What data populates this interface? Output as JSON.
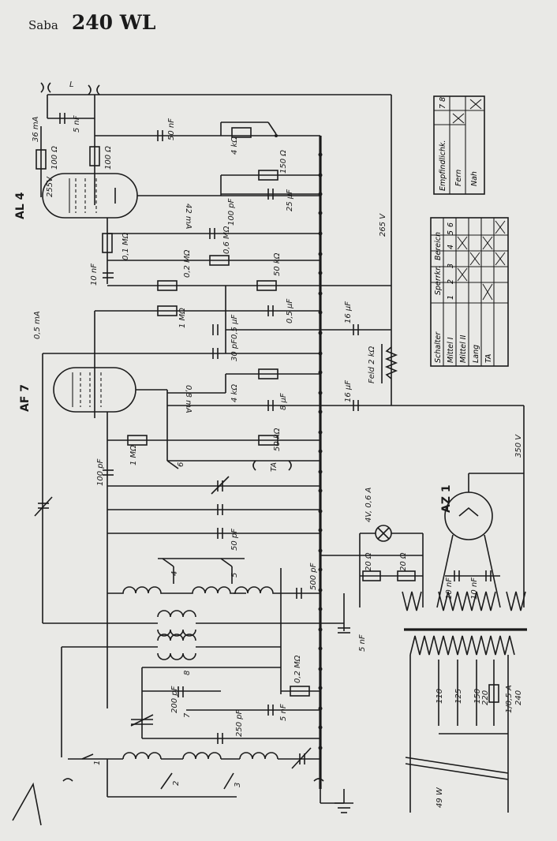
{
  "title": {
    "maker": "Saba",
    "model": "240 WL"
  },
  "tubes": {
    "output": "AL 4",
    "audio": "AF 7",
    "rectifier": "AZ 1"
  },
  "labels": {
    "antenna": "L",
    "c_5nf_top": "5 nF",
    "i_36ma": "36 mA",
    "r_100_left": "100 Ω",
    "r_100_right": "100 Ω",
    "v_255": "255V",
    "c_50nf_top": "50 nF",
    "r_4k_top": "4 kΩ",
    "r_150": "150 Ω",
    "c_25uf": "25 µF",
    "i_42ma": "42 mA",
    "c_100pf": "100 pF",
    "r_01m": "0,1 MΩ",
    "r_06m": "0,6 MΩ",
    "c_10nf": "10 nF",
    "r_02m_top": "0,2 MΩ",
    "r_50k_top": "50 kΩ",
    "i_05ma": "0,5 mA",
    "r_1m_top": "1 MΩ",
    "c_05uf_a": "0,5 µF",
    "c_05uf_b": "0,5 µF",
    "c_16uf_top": "16 µF",
    "c_30pf": "30 pF",
    "v_265": "265 V",
    "feld": "Feld 2 kΩ",
    "r_4k_mid": "4 kΩ",
    "c_8uf": "8 µF",
    "i_08ma": "0,8 mA",
    "c_16uf_bot": "16 µF",
    "c_100pf_mid": "100 pF",
    "r_1m_mid": "1 MΩ",
    "r_50k_mid": "50 kΩ",
    "ta": "TA",
    "v_350": "350 V",
    "sw6": "6",
    "c_50pf": "50 pF",
    "lamp": "4V, 0,6 A",
    "r_20_a": "20 Ω",
    "r_20_b": "20 Ω",
    "c_10nf_a": "10 nF",
    "c_10nf_b": "10 nF",
    "sw4": "4",
    "sw5": "5",
    "c_500pf": "500 pF",
    "c_5nf_mid": "5 nF",
    "sw8": "8",
    "c_200pf": "200 pF",
    "r_02m_bot": "0,2 MΩ",
    "c_5nf_bot": "5 nF",
    "sw7": "7",
    "c_250pf": "250 pF",
    "sw1": "1",
    "sw2": "2",
    "sw3": "3",
    "taps": [
      "110",
      "125",
      "150",
      "220",
      "240"
    ],
    "fuse": "1/0,5 A",
    "power": "49 W"
  },
  "table_a": {
    "rows": [
      "Empfindlichk.",
      "Fern",
      "Nah"
    ],
    "col_header": "7  8"
  },
  "table_b": {
    "header_schalter": "Schalter",
    "header_sperrkr": "Sperrkr.",
    "header_bereich": "Bereich",
    "col_numbers": [
      "1",
      "2",
      "3",
      "4",
      "5",
      "6"
    ],
    "rows": [
      "Mittel I",
      "Mittel II",
      "Lang",
      "TA"
    ]
  }
}
